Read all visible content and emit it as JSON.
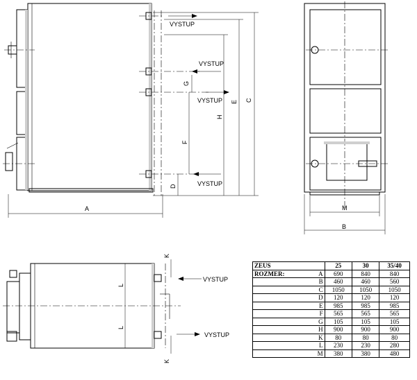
{
  "labels": {
    "outlet": "VYSTUP",
    "dim_A": "A",
    "dim_B": "B",
    "dim_C": "C",
    "dim_D": "D",
    "dim_E": "E",
    "dim_F": "F",
    "dim_G": "G",
    "dim_H": "H",
    "dim_K": "K",
    "dim_L": "L",
    "dim_M": "M"
  },
  "table": {
    "title": "ZEUS",
    "row_label": "ROZMER:",
    "columns": [
      "25",
      "30",
      "35/40"
    ],
    "rows": [
      {
        "key": "A",
        "values": [
          "690",
          "840",
          "840"
        ]
      },
      {
        "key": "B",
        "values": [
          "460",
          "460",
          "560"
        ]
      },
      {
        "key": "C",
        "values": [
          "1050",
          "1050",
          "1050"
        ]
      },
      {
        "key": "D",
        "values": [
          "120",
          "120",
          "120"
        ]
      },
      {
        "key": "E",
        "values": [
          "985",
          "985",
          "985"
        ]
      },
      {
        "key": "F",
        "values": [
          "565",
          "565",
          "565"
        ]
      },
      {
        "key": "G",
        "values": [
          "105",
          "105",
          "105"
        ]
      },
      {
        "key": "H",
        "values": [
          "900",
          "900",
          "900"
        ]
      },
      {
        "key": "K",
        "values": [
          "80",
          "80",
          "80"
        ]
      },
      {
        "key": "L",
        "values": [
          "230",
          "230",
          "280"
        ]
      },
      {
        "key": "M",
        "values": [
          "380",
          "380",
          "480"
        ]
      }
    ]
  }
}
